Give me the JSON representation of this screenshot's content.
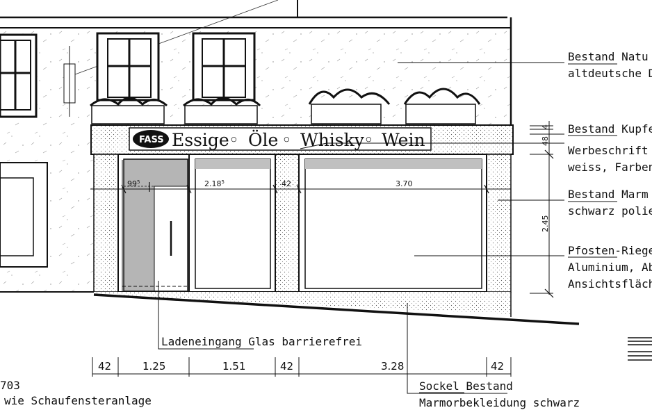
{
  "sign": {
    "logo_text": "FASS",
    "words": [
      "Essige",
      "Öle",
      "Whisky",
      "Wein"
    ],
    "separator": "◦"
  },
  "callouts": {
    "natural_stone": [
      "Bestand Natu",
      "altdeutsche D"
    ],
    "copper": "Bestand Kupfe",
    "lettering": [
      "Werbeschrift",
      "weiss, Farben"
    ],
    "marble": [
      "Bestand Marm",
      "schwarz polie"
    ],
    "mullion": [
      "Pfosten-Riege",
      "Aluminium, Ab",
      "Ansichtsfläche"
    ],
    "entrance": "Ladeneingang Glas barrierefrei",
    "plinth": [
      "Sockel Bestand",
      "Marmorbekleidung schwarz"
    ],
    "left_note": [
      "703",
      "wie Schaufensteranlage"
    ]
  },
  "dimensions": {
    "top": [
      {
        "main": "99",
        "sup": "5"
      },
      {
        "main": "2.18",
        "sup": "5"
      },
      {
        "main": "42",
        "sup": ""
      },
      {
        "main": "3.70",
        "sup": ""
      }
    ],
    "bottom": [
      "42",
      "1.25",
      "1.51",
      "42",
      "3.28",
      "42"
    ],
    "vertical_small": [
      "48",
      "4"
    ],
    "vertical_height": "2.45"
  }
}
